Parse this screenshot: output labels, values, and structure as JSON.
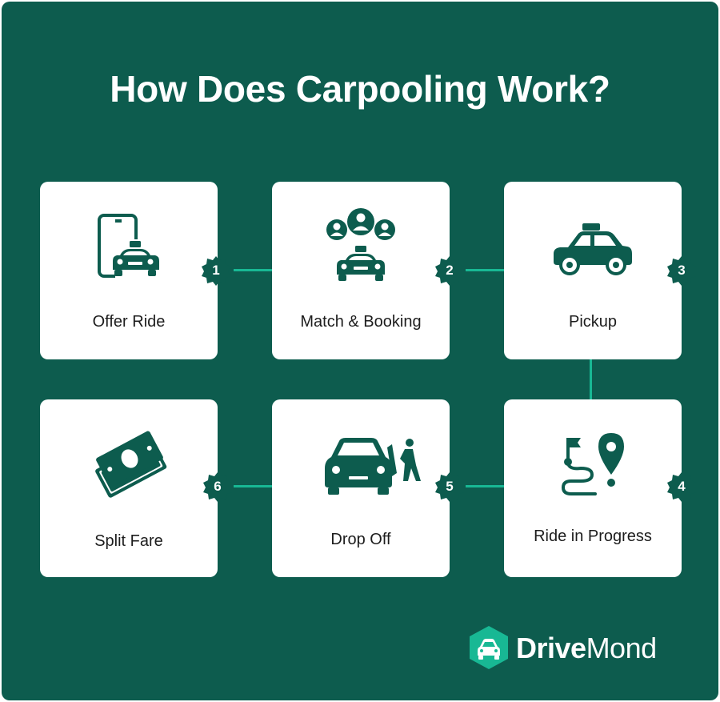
{
  "title": "How Does Carpooling Work?",
  "steps": [
    {
      "number": "1",
      "label": "Offer Ride",
      "icon": "phone-taxi-icon"
    },
    {
      "number": "2",
      "label": "Match & Booking",
      "icon": "users-taxi-icon"
    },
    {
      "number": "3",
      "label": "Pickup",
      "icon": "taxi-car-icon"
    },
    {
      "number": "4",
      "label": "Ride in Progress",
      "icon": "route-pin-icon"
    },
    {
      "number": "5",
      "label": "Drop Off",
      "icon": "car-passenger-icon"
    },
    {
      "number": "6",
      "label": "Split Fare",
      "icon": "money-bills-icon"
    }
  ],
  "logo": {
    "part1": "Drive",
    "part2": "Mond",
    "icon": "car-hexagon-icon"
  },
  "colors": {
    "background": "#0d5c4e",
    "card": "#ffffff",
    "icon": "#0d5c4e",
    "connector": "#18b894",
    "badge": "#0d5c4e",
    "logo_accent": "#18b894"
  }
}
